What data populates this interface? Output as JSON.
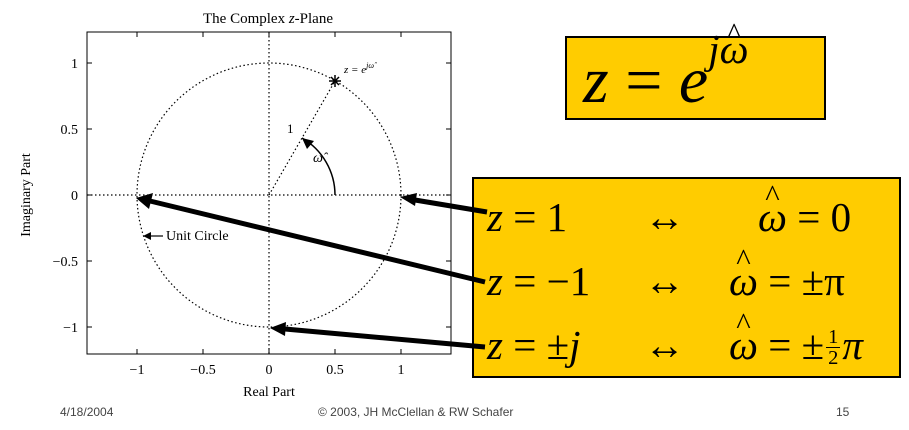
{
  "plot": {
    "title_prefix": "The Complex ",
    "title_var": "z",
    "title_suffix": "-Plane",
    "xlabel": "Real Part",
    "ylabel": "Imaginary Part",
    "xticks": [
      "−1",
      "−0.5",
      "0",
      "0.5",
      "1"
    ],
    "yticks": [
      "1",
      "0.5",
      "0",
      "−0.5",
      "−1"
    ],
    "radius_label": "1",
    "unit_circle_label": "Unit Circle",
    "point_label_base": "z = e",
    "point_label_exp": "jω̂",
    "angle_label": "ω̂"
  },
  "equation": {
    "lhs": "z",
    "eq": "=",
    "base": "e",
    "exp_j": "j",
    "exp_omega": "ω"
  },
  "mapping": {
    "row1": {
      "lhs_var": "z",
      "lhs_rest": " = 1",
      "arrow": "↔",
      "omega": "ω",
      "rhs": " = 0"
    },
    "row2": {
      "lhs_var": "z",
      "lhs_rest": " = −1",
      "arrow": "↔",
      "omega": "ω",
      "rhs": " = ±π"
    },
    "row3": {
      "lhs_var_pre": "z",
      "lhs_rest": " = ±",
      "lhs_var_post": "j",
      "arrow": "↔",
      "omega": "ω",
      "rhs": " = ±",
      "frac_num": "1",
      "frac_den": "2",
      "pi": "π"
    }
  },
  "footer": {
    "date": "4/18/2004",
    "copyright": "© 2003, JH McClellan & RW Schafer",
    "page": "15"
  },
  "colors": {
    "box_fill": "#ffcc00",
    "ink": "#000000"
  }
}
